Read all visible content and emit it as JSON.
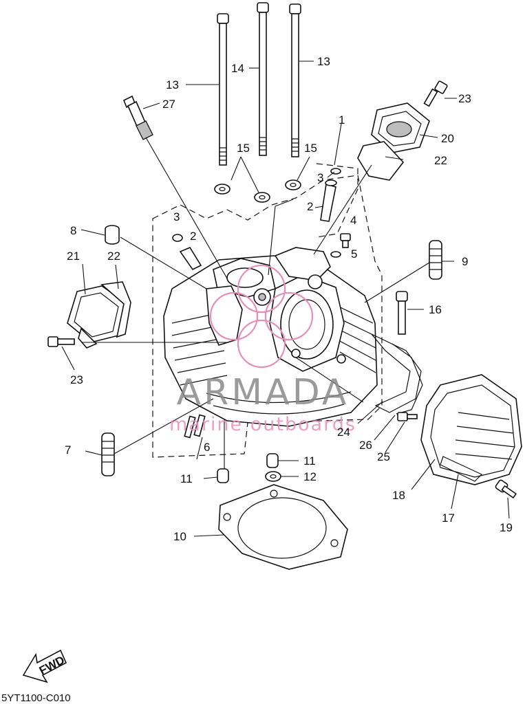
{
  "watermark": {
    "brand": "ARMADA",
    "tagline": "marine outboards",
    "brand_color": "#e58fb9",
    "text_color": "#8a8a8a"
  },
  "diagram_code": "5YT1100-C010",
  "direction_label": "FWD",
  "parts": [
    {
      "id": "p1",
      "number": "1"
    },
    {
      "id": "p2a",
      "number": "2"
    },
    {
      "id": "p2b",
      "number": "2"
    },
    {
      "id": "p3a",
      "number": "3"
    },
    {
      "id": "p3b",
      "number": "3"
    },
    {
      "id": "p4",
      "number": "4"
    },
    {
      "id": "p5",
      "number": "5"
    },
    {
      "id": "p6",
      "number": "6"
    },
    {
      "id": "p7",
      "number": "7"
    },
    {
      "id": "p8",
      "number": "8"
    },
    {
      "id": "p9",
      "number": "9"
    },
    {
      "id": "p10",
      "number": "10"
    },
    {
      "id": "p11a",
      "number": "11"
    },
    {
      "id": "p11b",
      "number": "11"
    },
    {
      "id": "p12",
      "number": "12"
    },
    {
      "id": "p13a",
      "number": "13"
    },
    {
      "id": "p13b",
      "number": "13"
    },
    {
      "id": "p14",
      "number": "14"
    },
    {
      "id": "p15a",
      "number": "15"
    },
    {
      "id": "p15b",
      "number": "15"
    },
    {
      "id": "p16",
      "number": "16"
    },
    {
      "id": "p17",
      "number": "17"
    },
    {
      "id": "p18",
      "number": "18"
    },
    {
      "id": "p19",
      "number": "19"
    },
    {
      "id": "p20",
      "number": "20"
    },
    {
      "id": "p21",
      "number": "21"
    },
    {
      "id": "p22a",
      "number": "22"
    },
    {
      "id": "p22b",
      "number": "22"
    },
    {
      "id": "p23a",
      "number": "23"
    },
    {
      "id": "p23b",
      "number": "23"
    },
    {
      "id": "p24",
      "number": "24"
    },
    {
      "id": "p25",
      "number": "25"
    },
    {
      "id": "p26",
      "number": "26"
    },
    {
      "id": "p27",
      "number": "27"
    }
  ]
}
